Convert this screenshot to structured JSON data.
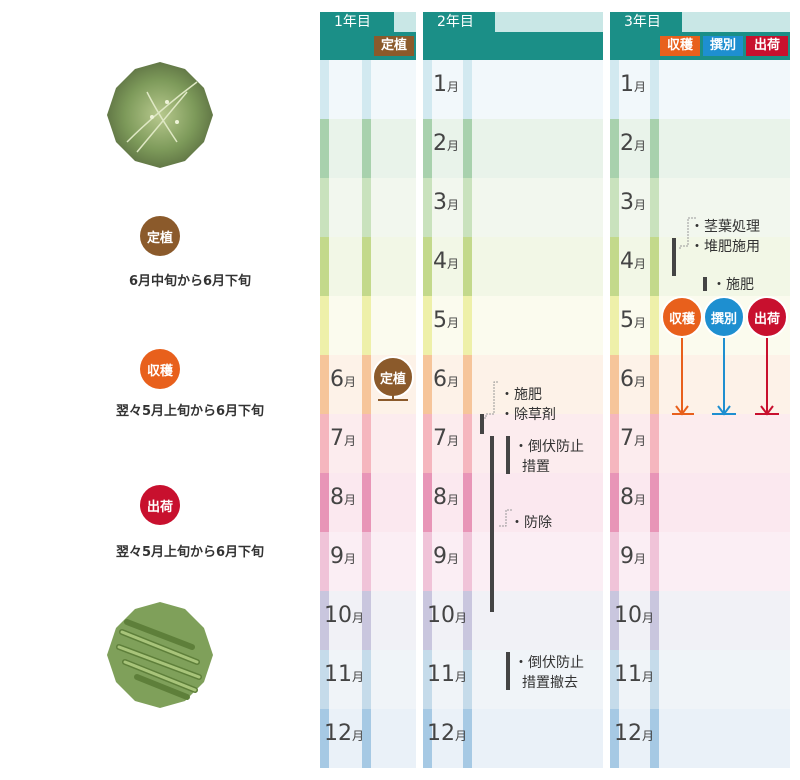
{
  "legend": {
    "planting": {
      "badge": "定植",
      "text": "6月中旬から6月下旬",
      "color": "#8b5a2b"
    },
    "harvest": {
      "badge": "収穫",
      "text": "翌々5月上旬から6月下旬",
      "color": "#e8601c"
    },
    "shipping": {
      "badge": "出荷",
      "text": "翌々5月上旬から6月下旬",
      "color": "#c8102e"
    }
  },
  "columns": [
    {
      "title": "1年目",
      "tags": [
        "定植"
      ]
    },
    {
      "title": "2年目",
      "tags": []
    },
    {
      "title": "3年目",
      "tags": [
        "収穫",
        "撰別",
        "出荷"
      ]
    }
  ],
  "months": [
    "1月",
    "2月",
    "3月",
    "4月",
    "5月",
    "6月",
    "7月",
    "8月",
    "9月",
    "10月",
    "11月",
    "12月"
  ],
  "month_num": [
    "1",
    "2",
    "3",
    "4",
    "5",
    "6",
    "7",
    "8",
    "9",
    "10",
    "11",
    "12"
  ],
  "month_unit": "月",
  "planting_marker": "定植",
  "year2_events": {
    "e1": "・施肥",
    "e2": "・除草剤",
    "e3a": "・倒伏防止",
    "e3b": "措置",
    "e4": "・防除",
    "e5a": "・倒伏防止",
    "e5b": "措置撤去"
  },
  "year3_events": {
    "e1": "・茎葉処理",
    "e2": "・堆肥施用",
    "e3": "・施肥",
    "harvest": "収穫",
    "sort": "撰別",
    "ship": "出荷"
  },
  "colors": {
    "teal": "#1b8f87",
    "harvest": "#e8601c",
    "sort": "#1e8fd0",
    "ship": "#c8102e",
    "plant": "#8b5a2b"
  }
}
